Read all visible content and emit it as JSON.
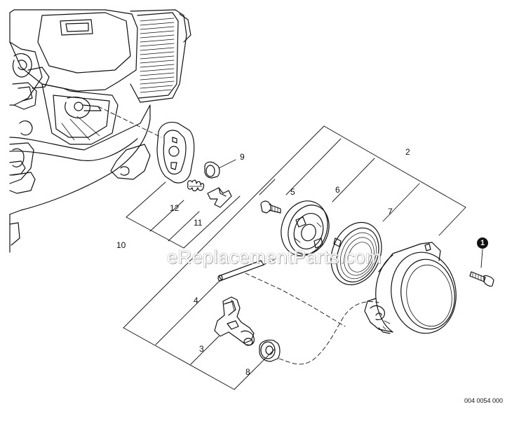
{
  "callouts": {
    "p1": "1",
    "p2": "2",
    "p3": "3",
    "p4": "4",
    "p5": "5",
    "p6": "6",
    "p7": "7",
    "p8": "8",
    "p9": "9",
    "p10": "10",
    "p11": "11",
    "p12": "12"
  },
  "watermark": "eReplacementParts.com",
  "diagram_code": "004 0054 000"
}
